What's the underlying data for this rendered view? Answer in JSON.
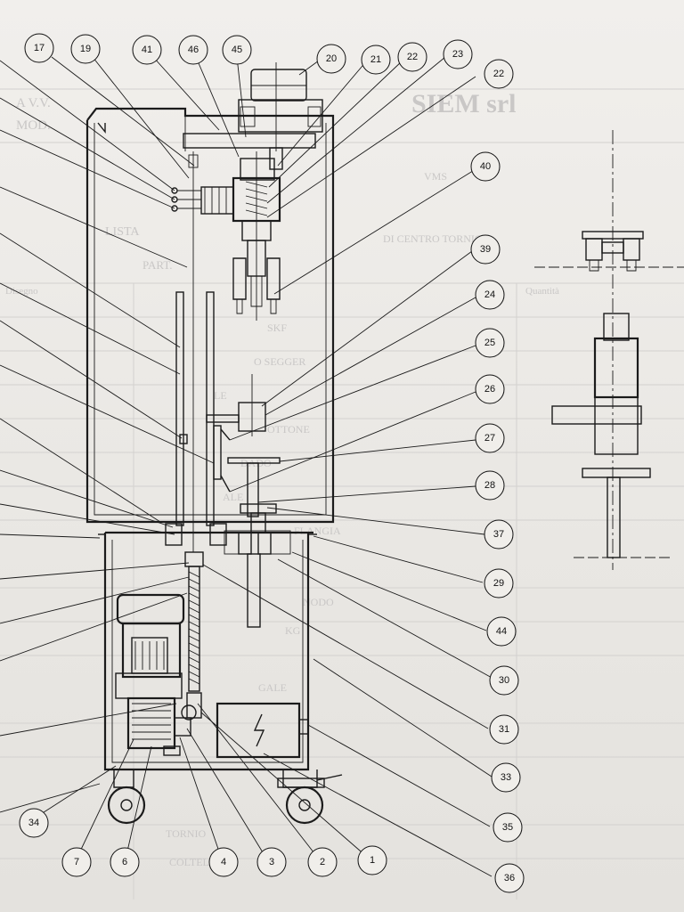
{
  "background_text": {
    "title_left_1": "A V.V.",
    "title_left_2": "MOD.",
    "company": "SIEM srl",
    "list_label": "LISTA",
    "part_label": "PART.",
    "drawing_label": "Disegno",
    "qty_label": "Quantità",
    "row_lines": [
      "VMS",
      "DI CENTRO TORNIO",
      "SKF",
      "O SEGGER",
      "LE",
      "OTTONE",
      "DADO",
      "ALE",
      "FLANGIA",
      "GALE",
      "NODO",
      "KG",
      "TORNIO",
      "COLTELLO"
    ]
  },
  "callouts": [
    {
      "label": "17"
    },
    {
      "label": "19"
    },
    {
      "label": "41"
    },
    {
      "label": "46"
    },
    {
      "label": "45"
    },
    {
      "label": "20"
    },
    {
      "label": "21"
    },
    {
      "label": "22"
    },
    {
      "label": "23"
    },
    {
      "label": "22"
    },
    {
      "label": "40"
    },
    {
      "label": "39"
    },
    {
      "label": "24"
    },
    {
      "label": "25"
    },
    {
      "label": "26"
    },
    {
      "label": "27"
    },
    {
      "label": "28"
    },
    {
      "label": "37"
    },
    {
      "label": "29"
    },
    {
      "label": "44"
    },
    {
      "label": "30"
    },
    {
      "label": "31"
    },
    {
      "label": "33"
    },
    {
      "label": "35"
    },
    {
      "label": "36"
    },
    {
      "label": "1"
    },
    {
      "label": "2"
    },
    {
      "label": "3"
    },
    {
      "label": "4"
    },
    {
      "label": "6"
    },
    {
      "label": "7"
    },
    {
      "label": "34"
    }
  ],
  "colors": {
    "ink": "#1b1b1b",
    "paper": "#eceae6",
    "ghost_text": "#c9c7c6"
  }
}
